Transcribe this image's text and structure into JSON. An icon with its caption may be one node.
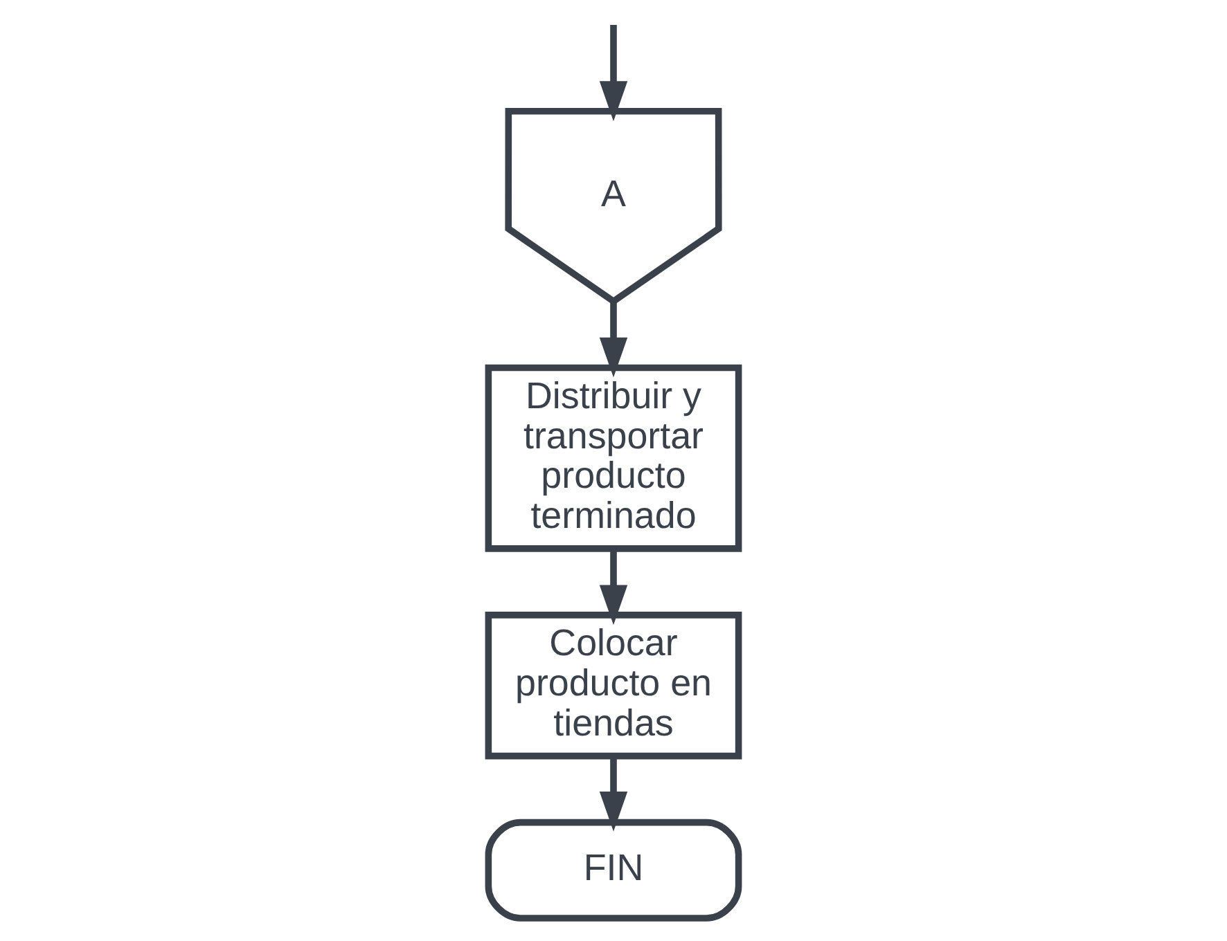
{
  "diagram": {
    "nodes": [
      {
        "text": [
          "A"
        ]
      },
      {
        "text": [
          "Distribuir y transportar producto terminado"
        ]
      },
      {
        "text": [
          "Colocar producto en tiendas"
        ]
      },
      {
        "text": [
          "FIN"
        ]
      }
    ],
    "edges": [
      {
        "from": null,
        "to": 0,
        "arrow": "to"
      },
      {
        "from": 0,
        "to": 1,
        "arrow": "to"
      },
      {
        "from": 1,
        "to": 2,
        "arrow": "to"
      },
      {
        "from": 2,
        "to": 3,
        "arrow": "to"
      }
    ]
  }
}
